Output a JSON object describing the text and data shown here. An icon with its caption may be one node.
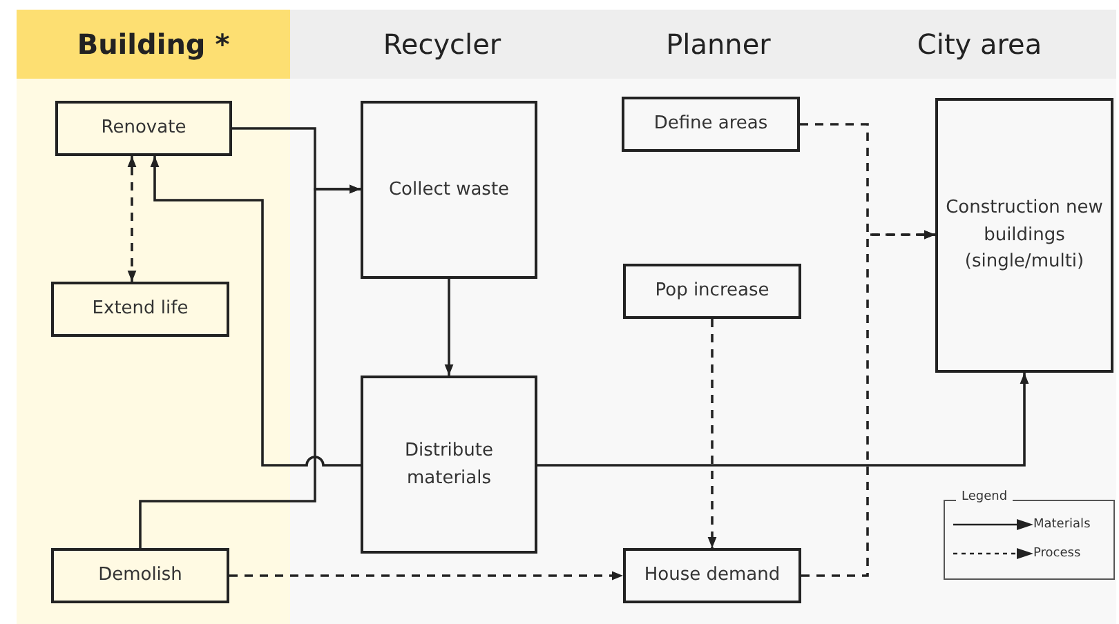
{
  "diagram": {
    "nodes": [
      {
        "text": [
          "Building *"
        ]
      },
      {
        "text": [
          "Recycler"
        ]
      },
      {
        "text": [
          "Planner"
        ]
      },
      {
        "text": [
          "City area"
        ]
      },
      {
        "text": [
          "Renovate"
        ],
        "in": 0
      },
      {
        "text": [
          "Extend life"
        ],
        "in": 0
      },
      {
        "text": [
          "Demolish"
        ],
        "in": 0
      },
      {
        "text": [
          "Collect waste"
        ],
        "in": 1
      },
      {
        "text": [
          "Distribute materials"
        ],
        "in": 1
      },
      {
        "text": [
          "Define areas"
        ],
        "in": 2
      },
      {
        "text": [
          "Pop increase"
        ],
        "in": 2
      },
      {
        "text": [
          "House demand"
        ],
        "in": 2
      },
      {
        "text": [
          "Construction new buildings (single/multi)"
        ],
        "in": 3
      }
    ],
    "edges": [
      {
        "from": 4,
        "to": 7,
        "arrow": "to"
      },
      {
        "from": 6,
        "to": 7,
        "arrow": "to"
      },
      {
        "from": 7,
        "to": 8,
        "arrow": "to"
      },
      {
        "from": 8,
        "to": 4,
        "arrow": "to"
      },
      {
        "from": 5,
        "to": 4,
        "arrow": "both",
        "style": "dashed"
      },
      {
        "from": 8,
        "to": 12,
        "arrow": "to"
      },
      {
        "from": 9,
        "to": 12,
        "arrow": "to",
        "style": "dashed"
      },
      {
        "from": 11,
        "to": 12,
        "arrow": "to",
        "style": "dashed"
      },
      {
        "from": 10,
        "to": 11,
        "arrow": "to",
        "style": "dashed"
      },
      {
        "from": 6,
        "to": 11,
        "arrow": "to",
        "style": "dashed"
      }
    ],
    "labels": [
      "Legend"
    ],
    "legend": [
      {
        "text": "Materials"
      },
      {
        "text": "Process"
      }
    ]
  }
}
